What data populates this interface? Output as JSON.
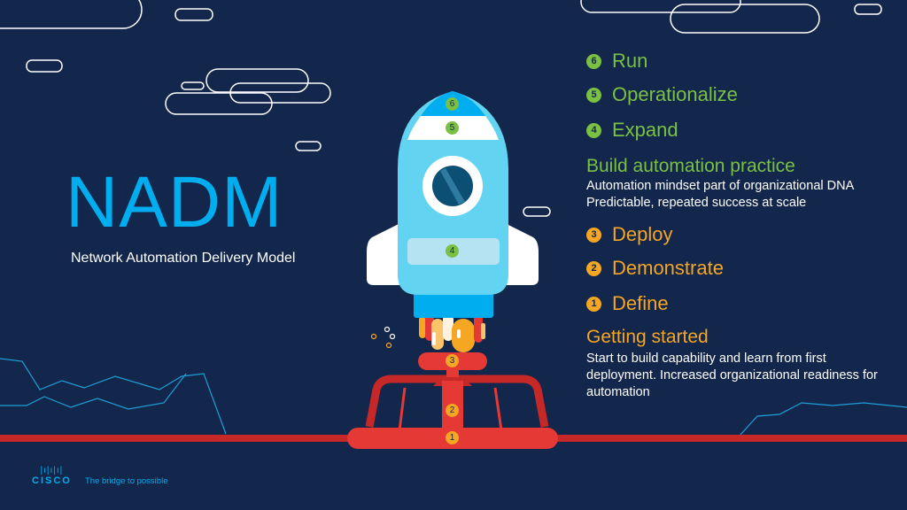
{
  "header": {
    "title": "NADM",
    "subtitle": "Network Automation Delivery Model"
  },
  "steps_top": [
    {
      "num": "6",
      "label": "Run"
    },
    {
      "num": "5",
      "label": "Operationalize"
    },
    {
      "num": "4",
      "label": "Expand"
    }
  ],
  "phase_top": {
    "title": "Build automation practice",
    "desc": "Automation mindset part of organizational DNA Predictable, repeated success at scale"
  },
  "steps_bottom": [
    {
      "num": "3",
      "label": "Deploy"
    },
    {
      "num": "2",
      "label": "Demonstrate"
    },
    {
      "num": "1",
      "label": "Define"
    }
  ],
  "phase_bottom": {
    "title": "Getting started",
    "desc": "Start to build capability and learn from first deployment. Increased organizational readiness for automation"
  },
  "rocket_labels": [
    "6",
    "5",
    "4",
    "3",
    "2",
    "1"
  ],
  "footer": {
    "brand": "CISCO",
    "tagline": "The bridge to possible"
  },
  "colors": {
    "background": "#13264b",
    "green": "#7ac143",
    "orange": "#f5a623",
    "blue": "#00aeef",
    "red": "#e53935"
  }
}
